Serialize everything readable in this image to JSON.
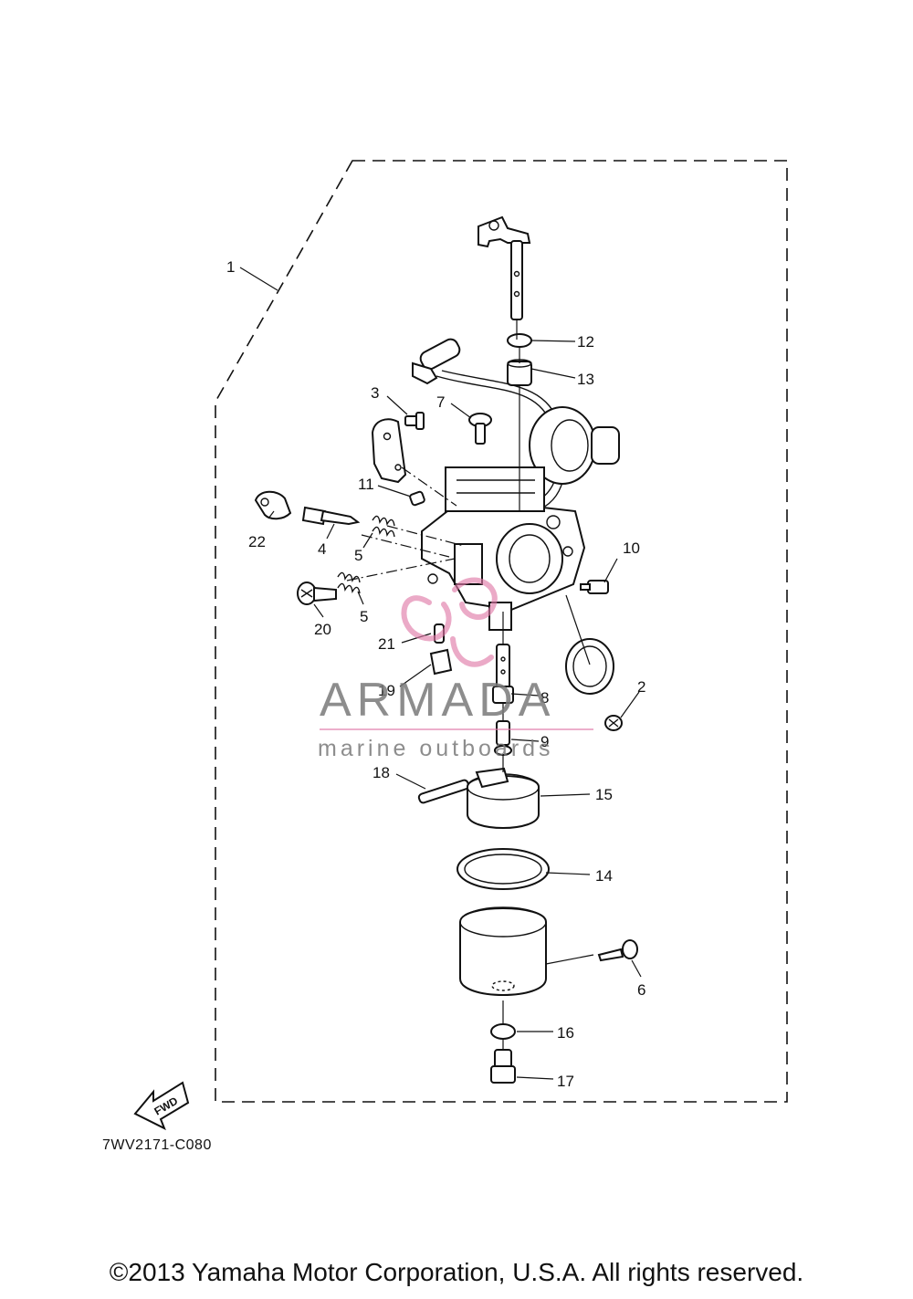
{
  "drawing_code": "7WV2171-C080",
  "copyright": "©2013 Yamaha Motor Corporation, U.S.A. All rights reserved.",
  "fwd_label": "FWD",
  "watermark": {
    "brand": "ARMADA",
    "tagline": "marine outboards",
    "logo_color": "#e07aa8",
    "text_color": "#7a7a7a"
  },
  "callouts": {
    "c1": "1",
    "c2": "2",
    "c3": "3",
    "c4": "4",
    "c5a": "5",
    "c5b": "5",
    "c6": "6",
    "c7": "7",
    "c8": "8",
    "c9": "9",
    "c10": "10",
    "c11": "11",
    "c12": "12",
    "c13": "13",
    "c14": "14",
    "c15": "15",
    "c16": "16",
    "c17": "17",
    "c18": "18",
    "c19": "19",
    "c20": "20",
    "c21": "21",
    "c22": "22"
  }
}
